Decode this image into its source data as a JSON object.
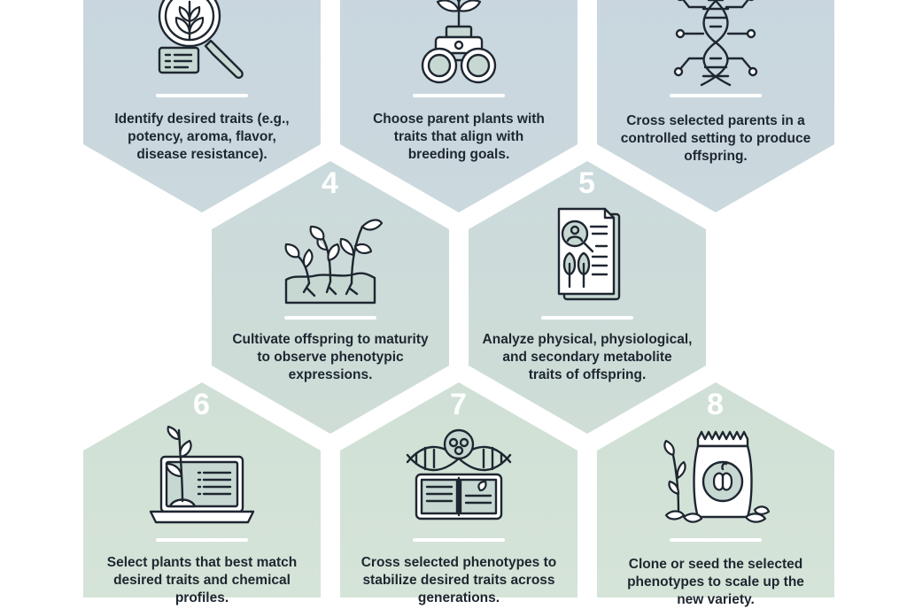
{
  "colors": {
    "hex_top": "#cad7df",
    "hex_middle": "#ccdcd8",
    "hex_bottom": "#d3e2d6",
    "number_text": "#ffffff",
    "caption_text": "#1e2630"
  },
  "steps": [
    {
      "number": "",
      "icon": "magnifier-plant-icon",
      "caption_lines": [
        "Identify desired traits (e.g.,",
        "potency, aroma, flavor,",
        "disease resistance)."
      ]
    },
    {
      "number": "",
      "icon": "plant-binoculars-icon",
      "caption_lines": [
        "Choose parent plants with",
        "traits that align with",
        "breeding goals."
      ]
    },
    {
      "number": "",
      "icon": "dna-helix-icon",
      "caption_lines": [
        "Cross selected parents in a",
        "controlled setting to produce",
        "offspring."
      ]
    },
    {
      "number": "4",
      "icon": "seedlings-soil-icon",
      "caption_lines": [
        "Cultivate offspring to maturity",
        "to observe phenotypic",
        "expressions."
      ]
    },
    {
      "number": "5",
      "icon": "report-document-icon",
      "caption_lines": [
        "Analyze physical, physiological,",
        "and secondary metabolite",
        "traits of offspring."
      ]
    },
    {
      "number": "6",
      "icon": "laptop-plant-icon",
      "caption_lines": [
        "Select plants that best match",
        "desired traits and chemical",
        "profiles."
      ]
    },
    {
      "number": "7",
      "icon": "dna-book-icon",
      "caption_lines": [
        "Cross selected phenotypes to",
        "stabilize desired traits across",
        "generations."
      ]
    },
    {
      "number": "8",
      "icon": "seed-bag-icon",
      "caption_lines": [
        "Clone or seed the selected",
        "phenotypes to scale up the",
        "new variety."
      ]
    }
  ]
}
